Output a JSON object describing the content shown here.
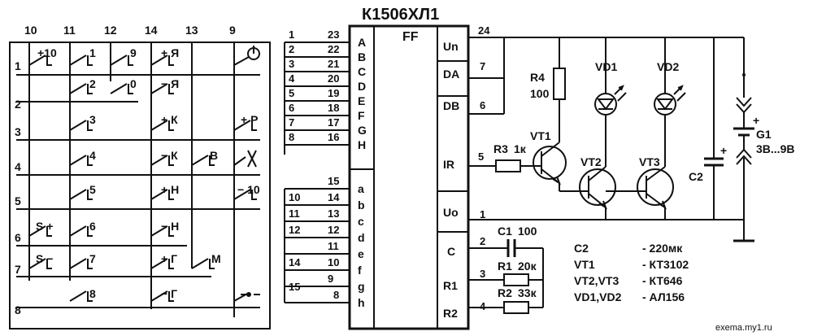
{
  "ic": {
    "name": "К1506ХЛ1",
    "core_label": "FF",
    "left_pins_upper": [
      "A",
      "B",
      "C",
      "D",
      "E",
      "F",
      "G",
      "H"
    ],
    "left_pins_upper_nums": [
      "23",
      "22",
      "21",
      "20",
      "19",
      "18",
      "17",
      "16"
    ],
    "left_pins_lower": [
      "a",
      "b",
      "c",
      "d",
      "e",
      "f",
      "g",
      "h"
    ],
    "left_pins_lower_nums": [
      "15",
      "14",
      "13",
      "12",
      "11",
      "10",
      "9",
      "8"
    ],
    "right_pins": [
      "Un",
      "DA",
      "DB",
      "IR",
      "Uo",
      "C",
      "R1",
      "R2"
    ],
    "right_pin_nums": [
      "24",
      "7",
      "6",
      "5",
      "1",
      "2",
      "3",
      "4"
    ]
  },
  "bus": {
    "upper_nums": [
      "1",
      "2",
      "3",
      "4",
      "5",
      "6",
      "7",
      "8"
    ],
    "lower_nums": [
      "10",
      "11",
      "12",
      "14",
      "15"
    ]
  },
  "keyboard": {
    "col_labels": [
      "10",
      "11",
      "12",
      "14",
      "13",
      "9"
    ],
    "row_labels": [
      "1",
      "2",
      "3",
      "4",
      "5",
      "6",
      "7",
      "8"
    ],
    "keys": {
      "r1": [
        "+10",
        "1",
        "9",
        "+ Я"
      ],
      "r2": [
        "2",
        "0",
        "− Я"
      ],
      "r3": [
        "3",
        "+ К",
        "+ Р"
      ],
      "r4": [
        "4",
        "− К",
        "В"
      ],
      "r5": [
        "5",
        "+ Н",
        "− 10"
      ],
      "r6": [
        "S +",
        "6",
        "− Н"
      ],
      "r7": [
        "S −",
        "7",
        "+ Г",
        "М"
      ],
      "r8": [
        "8",
        "− Г"
      ]
    }
  },
  "components": {
    "R4": {
      "name": "R4",
      "value": "100"
    },
    "R3": {
      "name": "R3",
      "value": "1к"
    },
    "R1": {
      "name": "R1",
      "value": "20к"
    },
    "R2": {
      "name": "R2",
      "value": "33к"
    },
    "C1": {
      "name": "C1",
      "value": "100"
    },
    "C2": {
      "name": "C2",
      "plus": "+"
    },
    "VT1": "VT1",
    "VT2": "VT2",
    "VT3": "VT3",
    "VD1": "VD1",
    "VD2": "VD2",
    "G1": {
      "name": "G1",
      "value": "3В...9В",
      "plus": "+"
    }
  },
  "bom": [
    {
      "ref": "C2",
      "value": "- 220мк"
    },
    {
      "ref": "VT1",
      "value": "- КТ3102"
    },
    {
      "ref": "VT2,VT3",
      "value": "- КТ646"
    },
    {
      "ref": "VD1,VD2",
      "value": "- АЛ156"
    }
  ],
  "watermark": "exema.my1.ru"
}
